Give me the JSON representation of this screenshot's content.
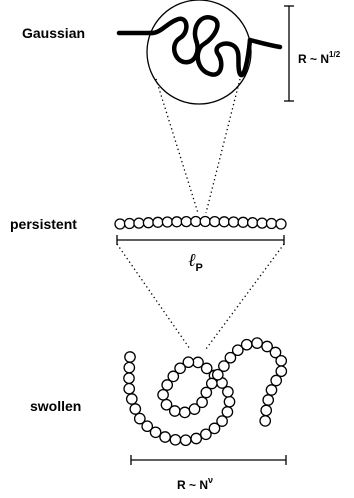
{
  "labels": {
    "gaussian": "Gaussian",
    "persistent": "persistent",
    "swollen": "swollen"
  },
  "gaussian_scaling": {
    "base": "R ~ N",
    "exponent": "1/2"
  },
  "persistence_length": {
    "symbol": "ℓ",
    "subscript": "P"
  },
  "swollen_scaling": {
    "base": "R ~ N",
    "exponent": "ν"
  },
  "colors": {
    "ink": "#000000",
    "bead_fill": "#ffffff",
    "background": "#ffffff"
  }
}
